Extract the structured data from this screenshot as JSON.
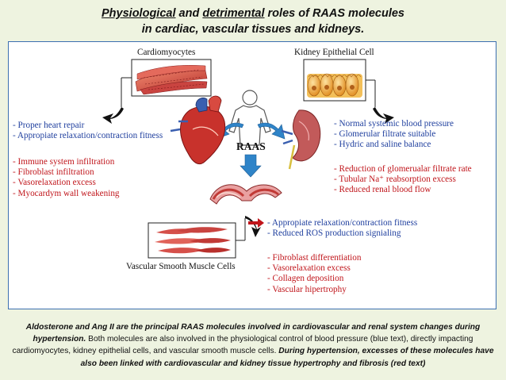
{
  "title": {
    "line1_word1": "Physiological",
    "line1_mid": " and ",
    "line1_word2": "detrimental",
    "line1_rest": " roles of RAAS molecules",
    "line2": "in cardiac, vascular tissues and kidneys."
  },
  "diagram": {
    "center_label": "RAAS",
    "cardiomyocytes": {
      "label": "Cardiomyocytes",
      "physiological": [
        "- Proper heart repair",
        "- Appropiate relaxation/contraction fitness"
      ],
      "detrimental": [
        "- Immune system infiltration",
        "- Fibroblast infiltration",
        "- Vasorelaxation excess",
        "- Myocardym wall weakening"
      ]
    },
    "kidney": {
      "label": "Kidney Epithelial Cell",
      "physiological": [
        "- Normal systemic blood pressure",
        "- Glomerular filtrate suitable",
        "- Hydric and saline balance"
      ],
      "detrimental": [
        "- Reduction of glomerualar filtrate rate",
        "- Tubular Na⁺ reabsorption excess",
        "- Reduced renal blood flow"
      ]
    },
    "vascular": {
      "label": "Vascular Smooth Muscle Cells",
      "physiological": [
        "- Appropiate relaxation/contraction fitness",
        "- Reduced ROS production signialing"
      ],
      "detrimental": [
        "- Fibroblast differentiation",
        "- Vasorelaxation excess",
        "- Collagen deposition",
        "- Vascular hipertrophy"
      ]
    }
  },
  "caption": {
    "part1": "Aldosterone and Ang II are the principal RAAS molecules involved in cardiovascular and renal system changes during hypertension.",
    "part2": " Both molecules are also involved in the physiological control of blood pressure (blue text), directly impacting cardiomyocytes, kidney epithelial cells, and vascular smooth muscle cells. ",
    "part3": "During hypertension, excesses of these molecules have also been linked with cardiovascular and kidney tissue hypertrophy and fibrosis (red text)"
  },
  "colors": {
    "background": "#eef3e0",
    "frame": "#3c6fb0",
    "physiological_text": "#1f3f9e",
    "detrimental_text": "#c0151b",
    "muscle": "#d5504a",
    "epithelial": "#f0a030"
  }
}
